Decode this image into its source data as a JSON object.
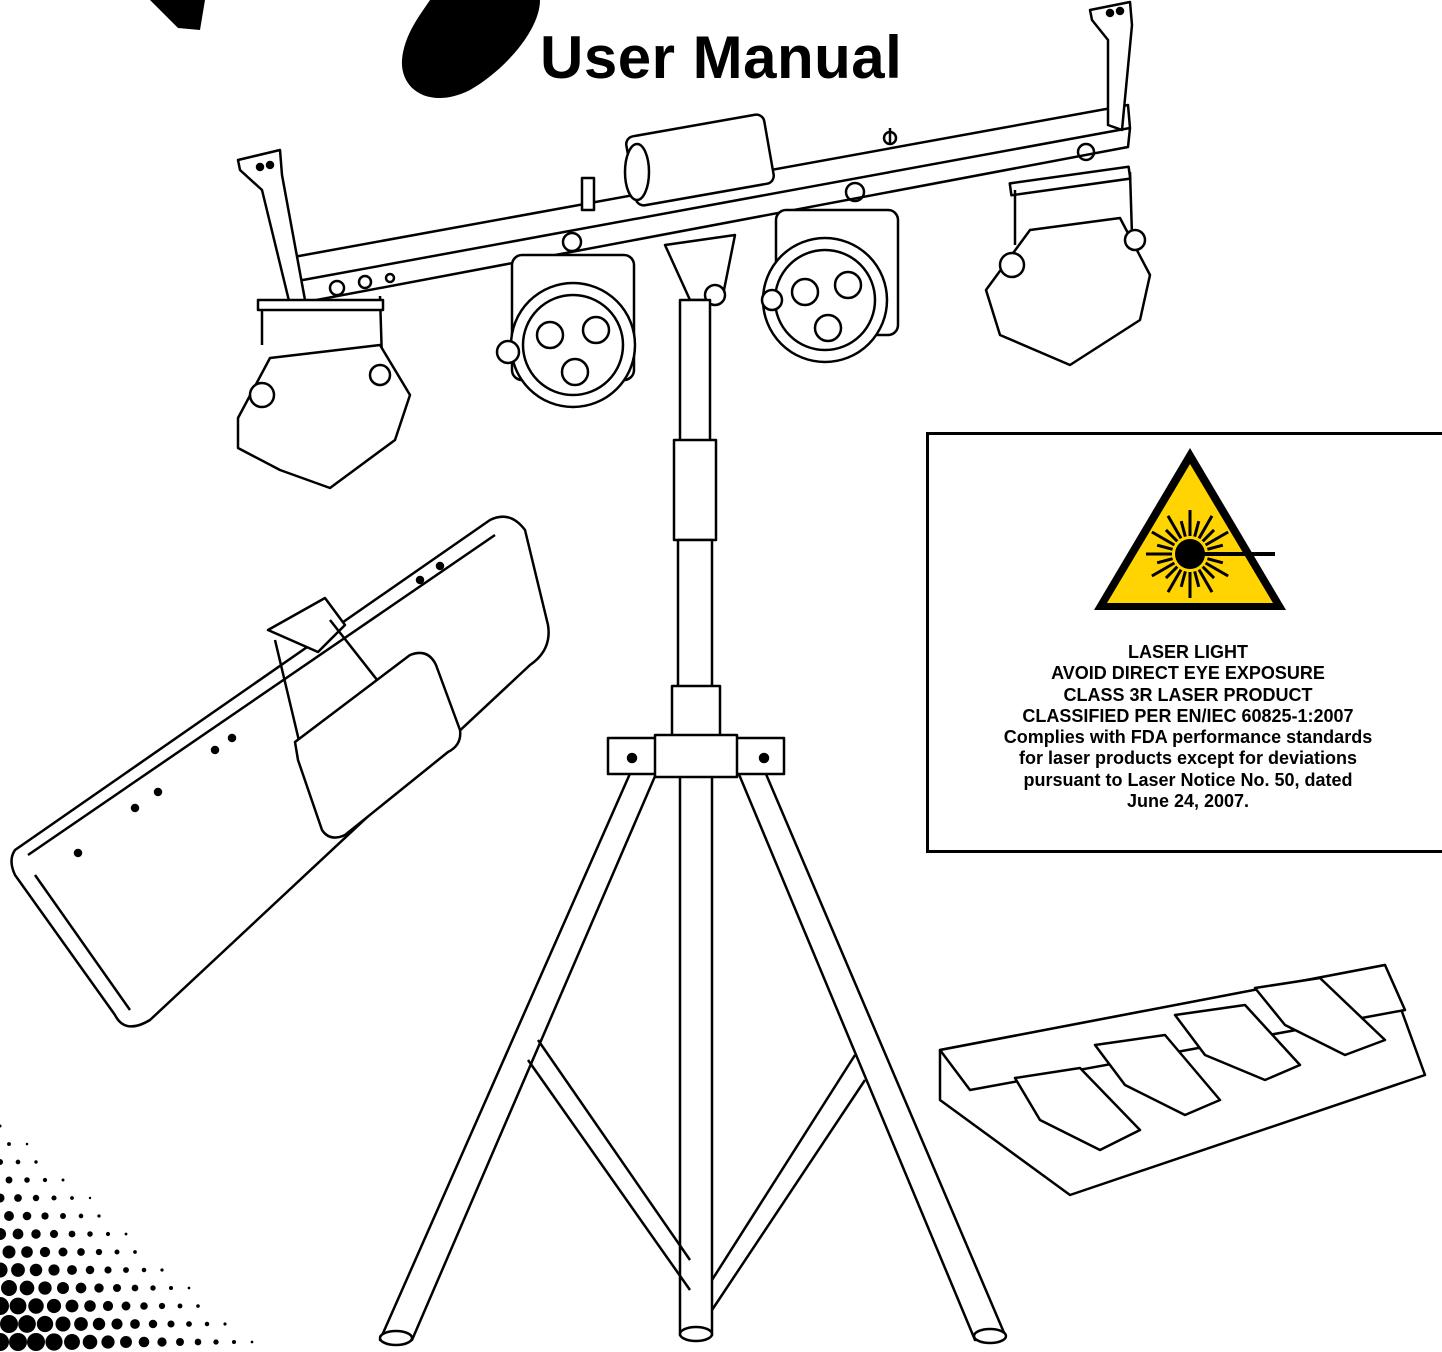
{
  "header": {
    "title": "User Manual"
  },
  "warning_label": {
    "icon": "laser-warning-icon",
    "lines": [
      "LASER LIGHT",
      "AVOID DIRECT EYE EXPOSURE",
      "CLASS 3R LASER PRODUCT",
      "CLASSIFIED PER EN/IEC 60825-1:2007",
      "Complies with FDA performance standards",
      "for laser products except for deviations",
      "pursuant to Laser Notice No. 50, dated",
      "June 24, 2007."
    ],
    "colors": {
      "sign_fill": "#ffd400",
      "sign_border": "#000000"
    }
  },
  "illustration": {
    "components": [
      "light-bar",
      "carry-bag",
      "tripod-stand",
      "foot-switch"
    ]
  }
}
